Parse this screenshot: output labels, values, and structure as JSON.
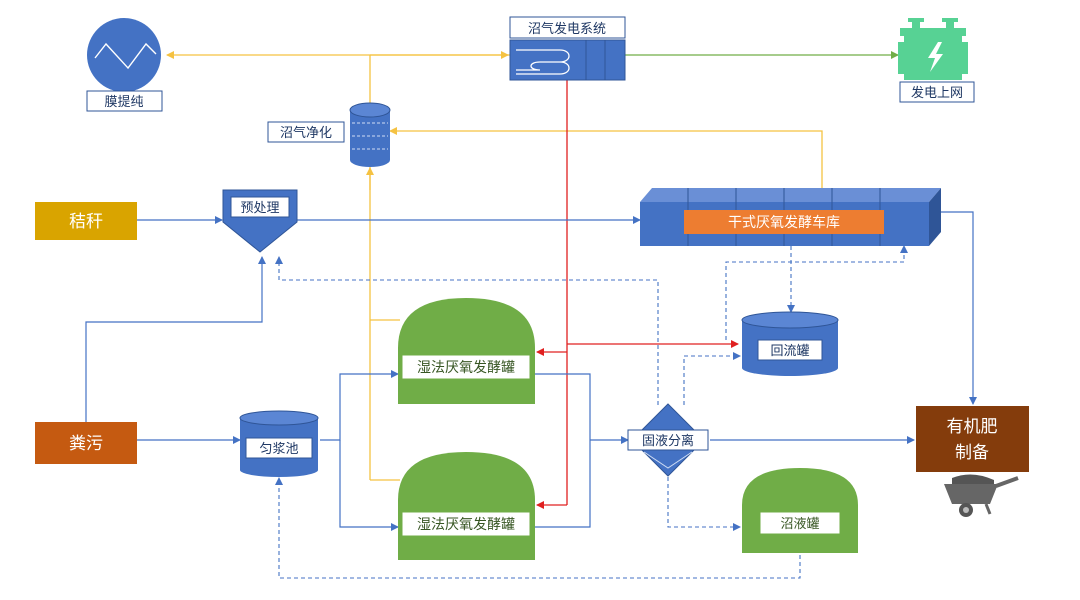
{
  "nodes": {
    "straw": "秸秆",
    "manure": "粪污",
    "pretreatment": "预处理",
    "membrane": "膜提纯",
    "biogas_purification": "沼气净化",
    "biogas_power": "沼气发电系统",
    "grid": "发电上网",
    "dry_ferment": "干式厌氧发酵车库",
    "reflux_tank": "回流罐",
    "wet_ferment_1": "湿法厌氧发酵罐",
    "wet_ferment_2": "湿法厌氧发酵罐",
    "homogenizer": "匀浆池",
    "solid_liquid": "固液分离",
    "biogas_slurry_tank": "沼液罐",
    "fertilizer_line1": "有机肥",
    "fertilizer_line2": "制备"
  },
  "colors": {
    "blue": "#4472c4",
    "dark_blue": "#2f5597",
    "green": "#70ad47",
    "light_green": "#57d294",
    "gold": "#d9a400",
    "orange": "#c55a11",
    "brown": "#843c0c",
    "dry_label": "#ed7d31",
    "gas_line": "#f5c242",
    "red_line": "#e02020",
    "power_line": "#70ad47"
  },
  "icons": [
    "sine-wave-icon",
    "transformer-icon",
    "wheelbarrow-icon",
    "coil-icon"
  ]
}
